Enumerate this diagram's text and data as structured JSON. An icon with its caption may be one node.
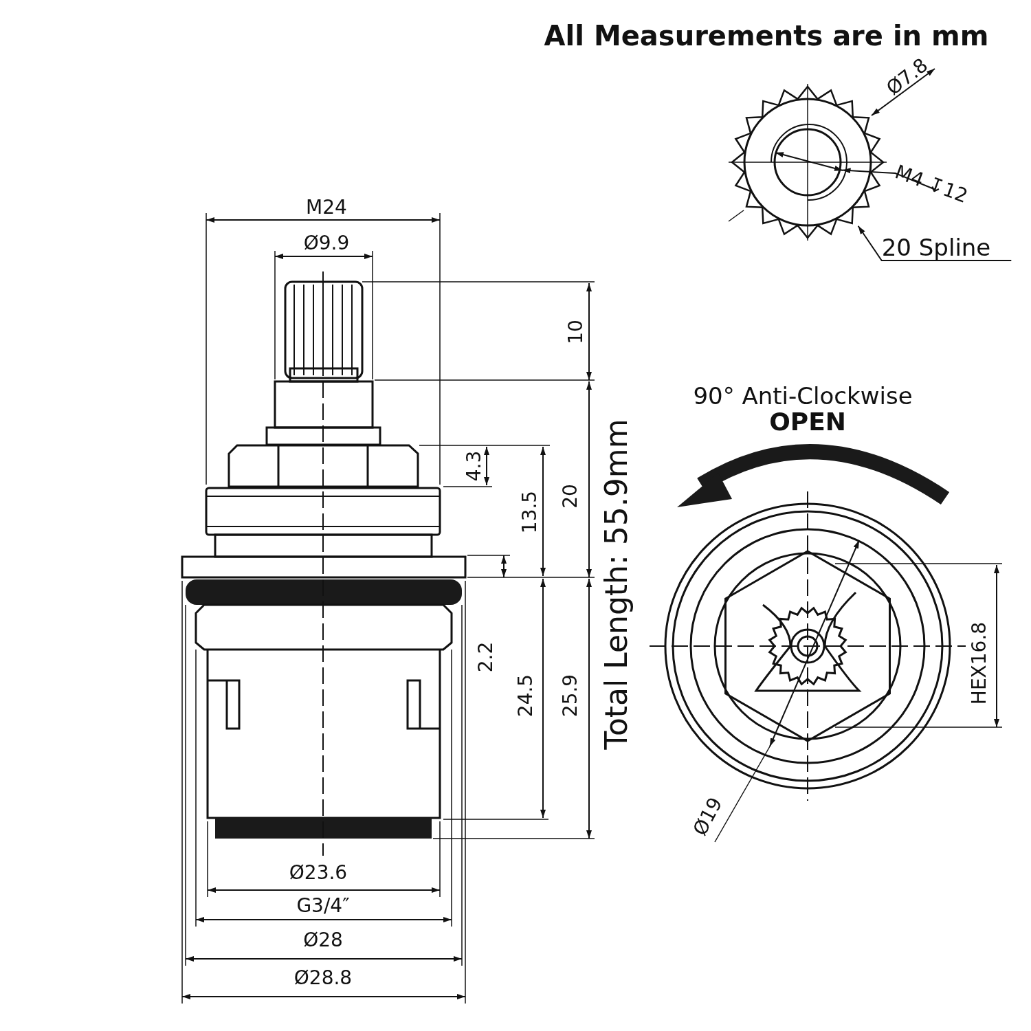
{
  "diagram": {
    "nodes": [
      {
        "text": [
          "20 Spline"
        ]
      },
      {
        "text": [],
        "shape": "picture"
      },
      {
        "text": [
          "M4 ↧12"
        ]
      }
    ],
    "edges": [
      {
        "from": 0,
        "to": 1,
        "arrow": "to"
      },
      {
        "from": 2,
        "to": 1,
        "arrow": "to"
      }
    ],
    "labels": [
      "All Measurements are in mm",
      "Ø7.8",
      "M24",
      "Ø9.9",
      "10",
      "90° Anti-Clockwise",
      "OPEN",
      "4.3",
      "13.5",
      "20",
      "Total Length: 55.9mm",
      "HEX16.8",
      "2.2",
      "24.5",
      "25.9",
      "Ø19",
      "Ø23.6",
      "G3/4″",
      "Ø28",
      "Ø28.8"
    ]
  }
}
